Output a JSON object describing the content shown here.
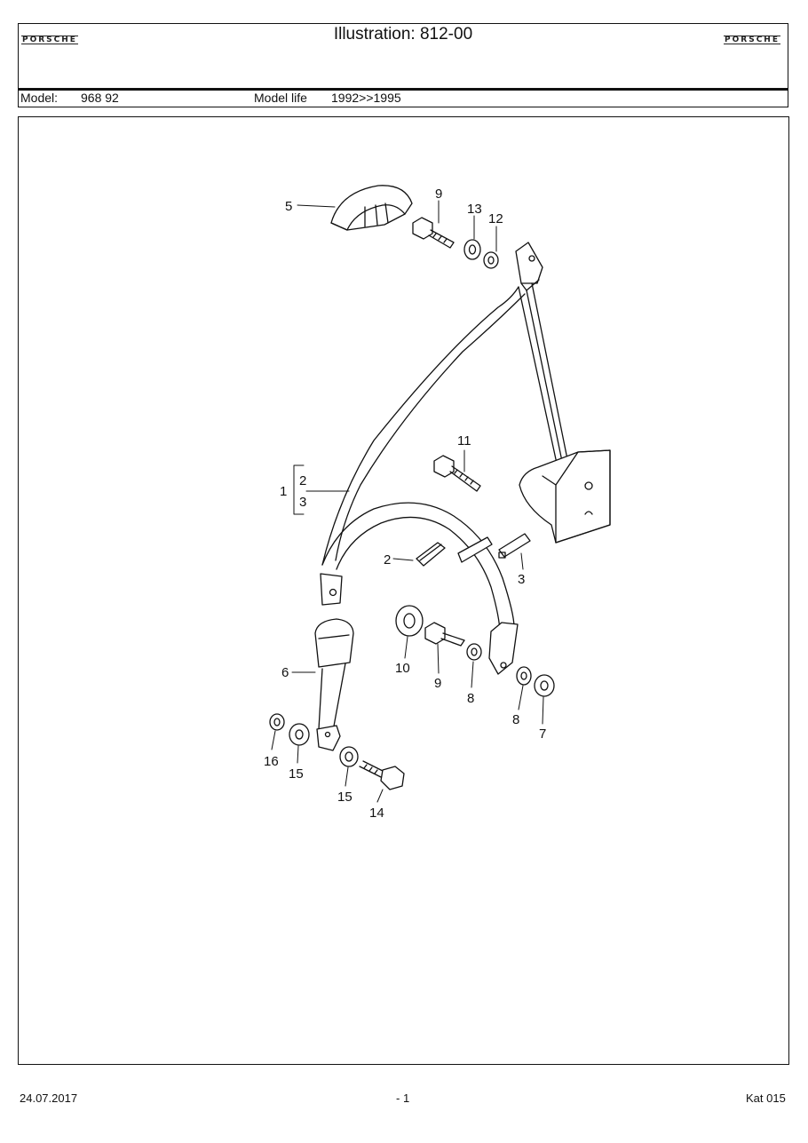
{
  "header": {
    "brand_left": "PORSCHE",
    "brand_right": "PORSCHE",
    "title": "Illustration: 812-00",
    "model_label": "Model:",
    "model_value": "968 92",
    "model_life_label": "Model life",
    "model_life_value": "1992>>1995"
  },
  "callouts": {
    "c1": "1",
    "c2": "2",
    "c3": "3",
    "c2b": "2",
    "c3b": "3",
    "c5": "5",
    "c6": "6",
    "c7": "7",
    "c8a": "8",
    "c8b": "8",
    "c9a": "9",
    "c9b": "9",
    "c10": "10",
    "c11": "11",
    "c12": "12",
    "c13": "13",
    "c14": "14",
    "c15a": "15",
    "c15b": "15",
    "c16": "16"
  },
  "footer": {
    "date": "24.07.2017",
    "page": "- 1",
    "catalog": "Kat 015"
  }
}
